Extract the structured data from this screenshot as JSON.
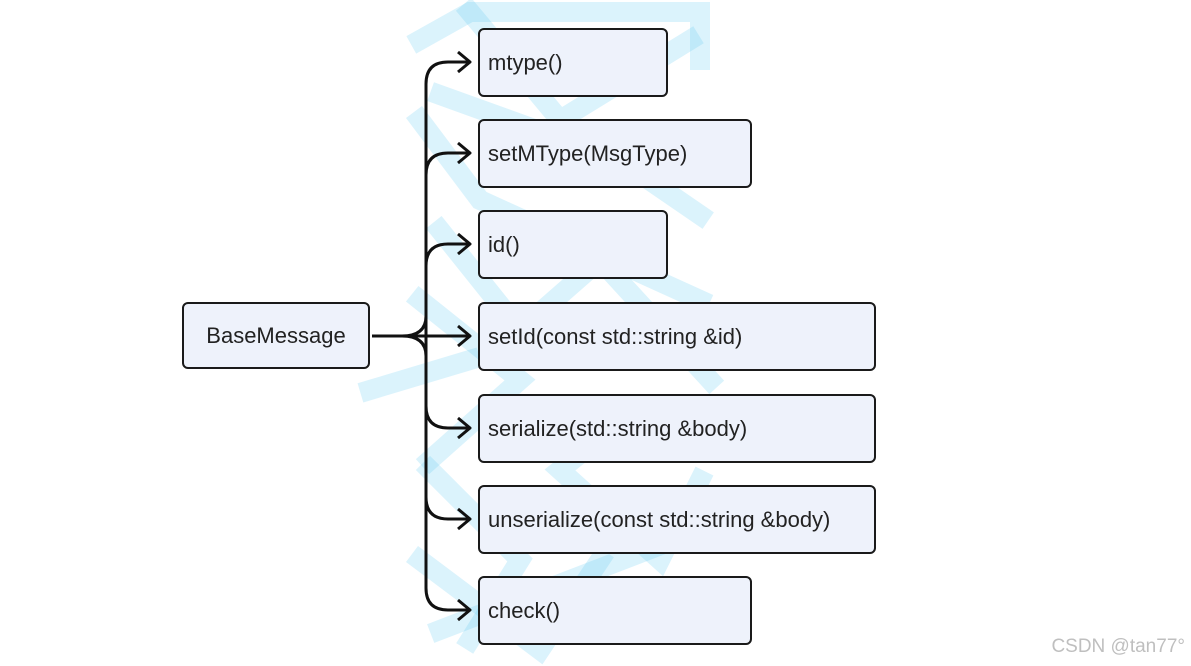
{
  "root": {
    "label": "BaseMessage"
  },
  "children": [
    {
      "label": "mtype()"
    },
    {
      "label": "setMType(MsgType)"
    },
    {
      "label": "id()"
    },
    {
      "label": "setId(const std::string &id)"
    },
    {
      "label": "serialize(std::string &body)"
    },
    {
      "label": "unserialize(const std::string &body)"
    },
    {
      "label": "check()"
    }
  ],
  "watermark": "CSDN @tan77°",
  "colors": {
    "box_fill": "#eef2fb",
    "border": "#1a1a1a",
    "connector": "#111111",
    "background_watermark": "#5cc8f0"
  }
}
